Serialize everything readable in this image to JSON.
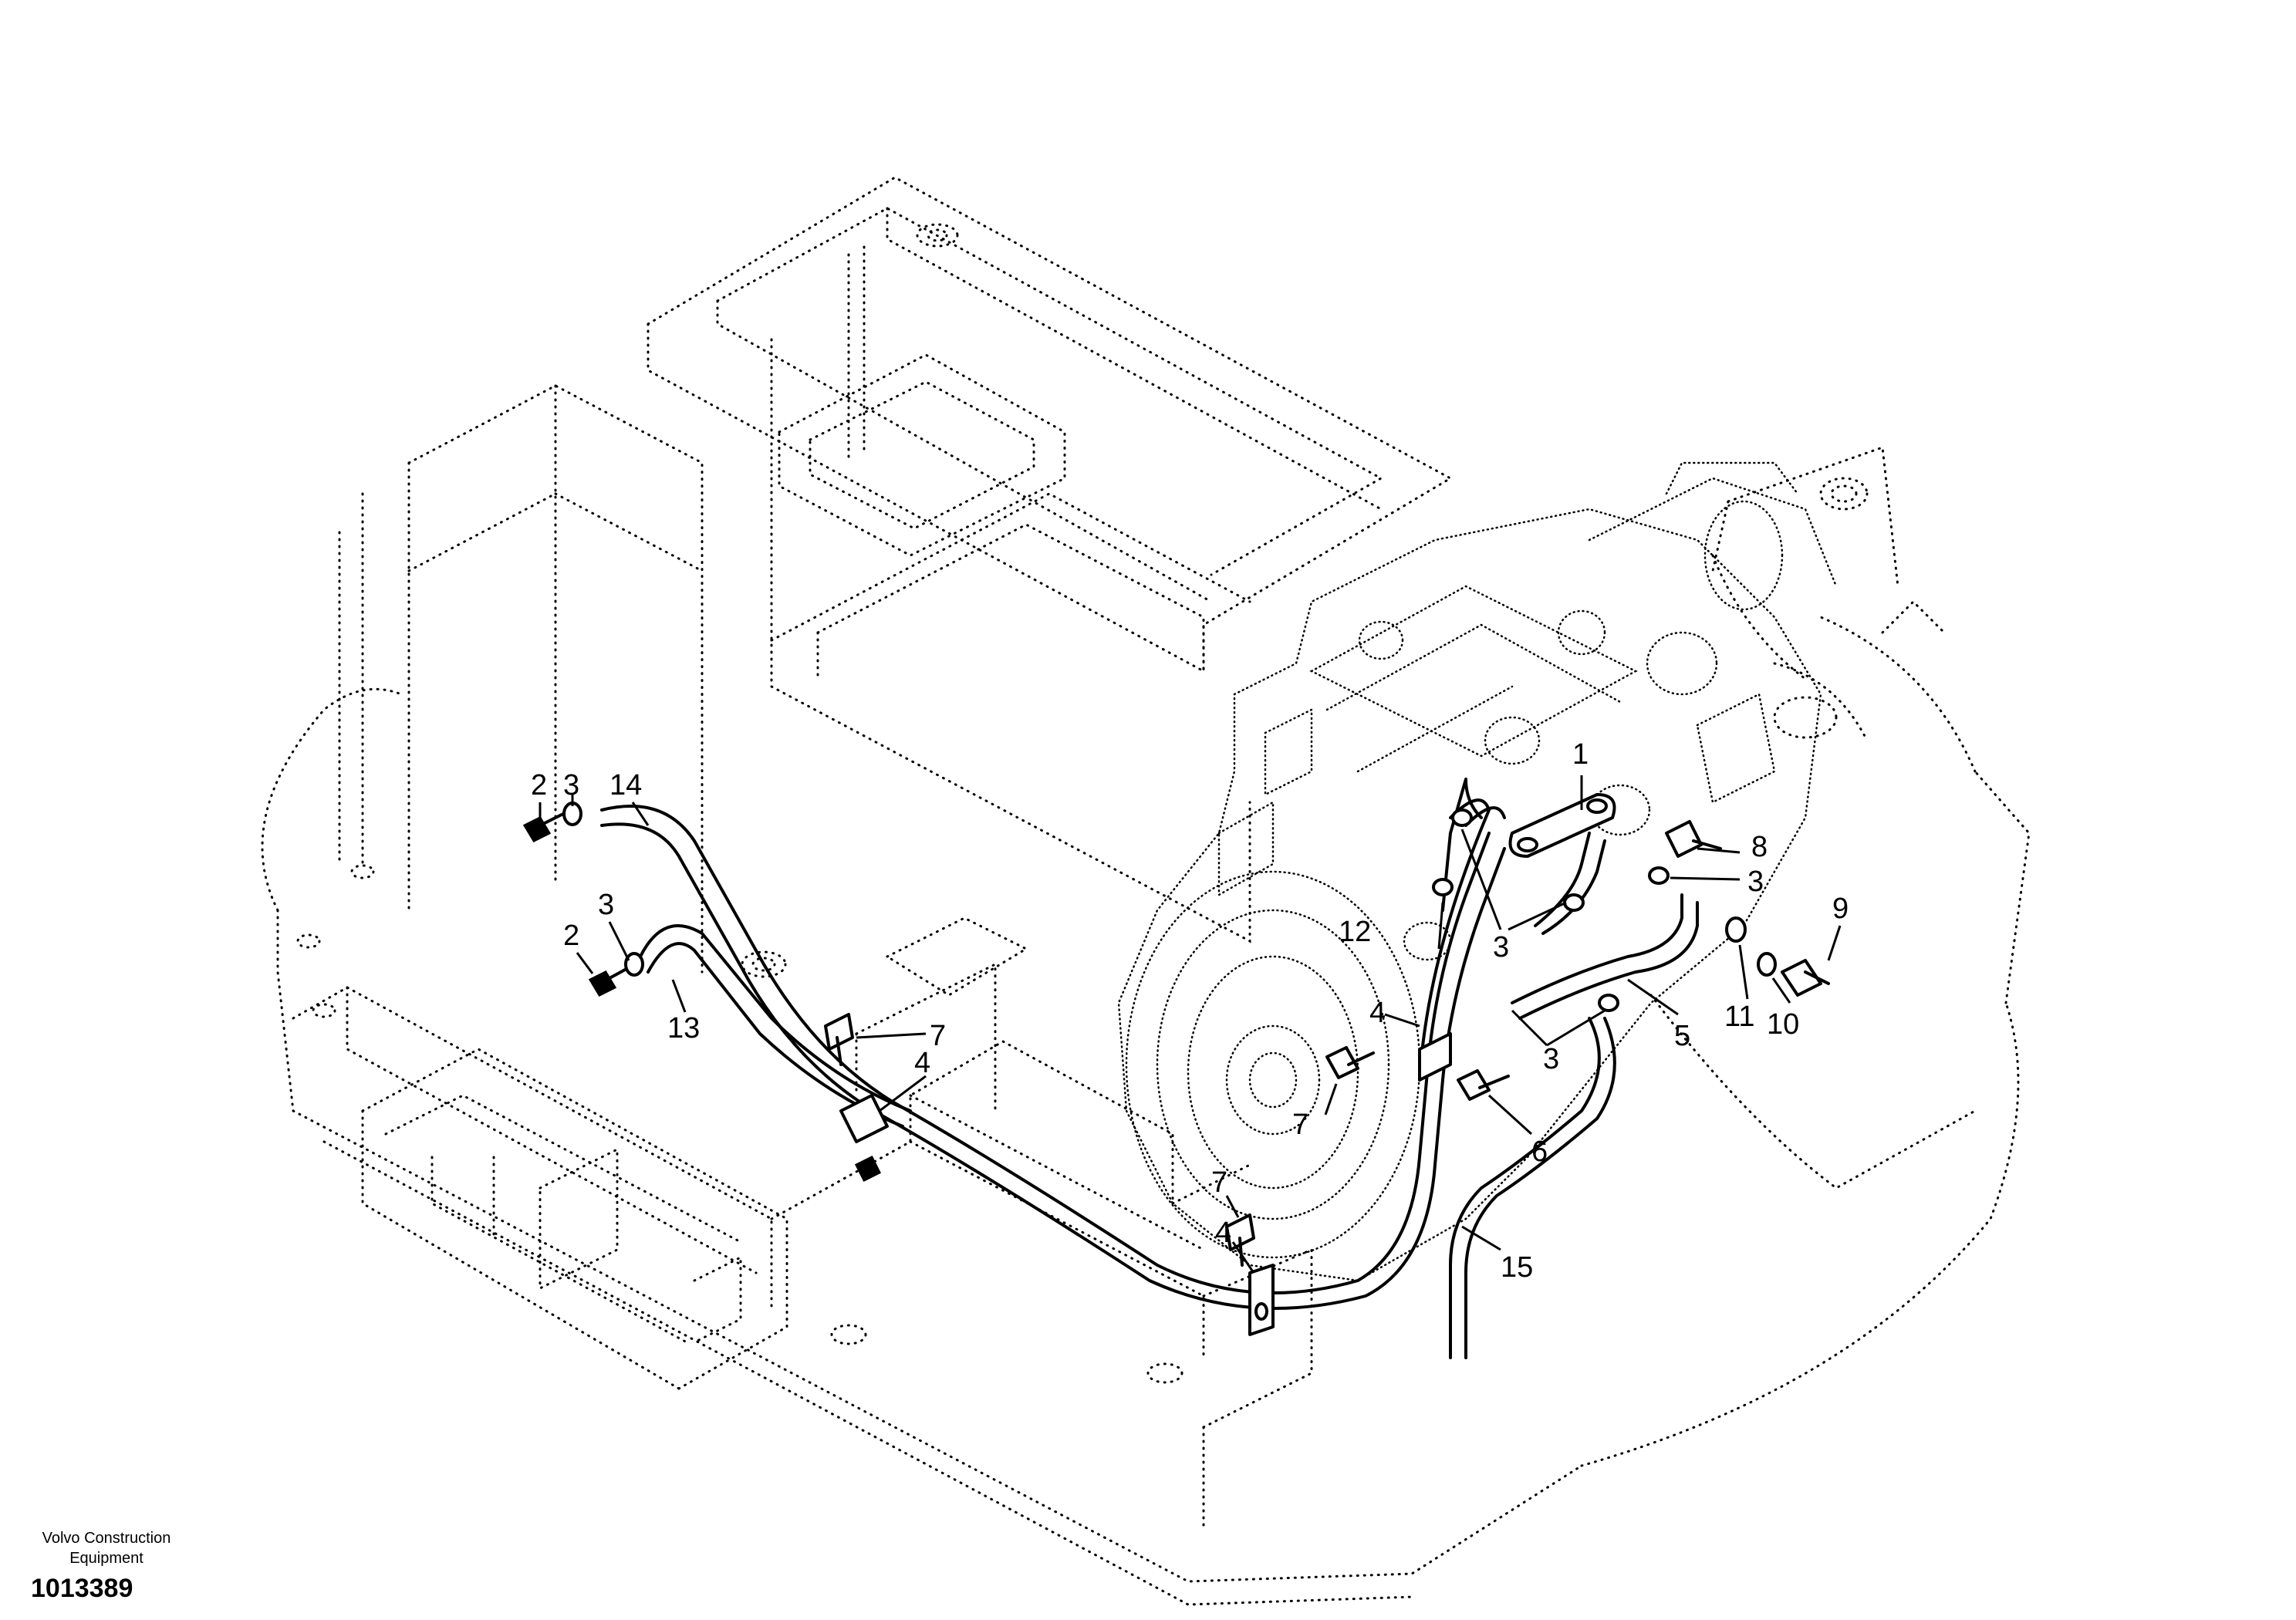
{
  "footer": {
    "company_line1": "Volvo Construction",
    "company_line2": "Equipment",
    "drawing_number": "1013389"
  },
  "callouts": [
    {
      "id": "c1",
      "text": "1"
    },
    {
      "id": "c2a",
      "text": "2"
    },
    {
      "id": "c2b",
      "text": "2"
    },
    {
      "id": "c3a",
      "text": "3"
    },
    {
      "id": "c3b",
      "text": "3"
    },
    {
      "id": "c3c",
      "text": "3"
    },
    {
      "id": "c3d",
      "text": "3"
    },
    {
      "id": "c3e",
      "text": "3"
    },
    {
      "id": "c4a",
      "text": "4"
    },
    {
      "id": "c4b",
      "text": "4"
    },
    {
      "id": "c4c",
      "text": "4"
    },
    {
      "id": "c5",
      "text": "5"
    },
    {
      "id": "c6",
      "text": "6"
    },
    {
      "id": "c7a",
      "text": "7"
    },
    {
      "id": "c7b",
      "text": "7"
    },
    {
      "id": "c7c",
      "text": "7"
    },
    {
      "id": "c8",
      "text": "8"
    },
    {
      "id": "c9",
      "text": "9"
    },
    {
      "id": "c10",
      "text": "10"
    },
    {
      "id": "c11",
      "text": "11"
    },
    {
      "id": "c12",
      "text": "12"
    },
    {
      "id": "c13",
      "text": "13"
    },
    {
      "id": "c14",
      "text": "14"
    },
    {
      "id": "c15",
      "text": "15"
    }
  ]
}
